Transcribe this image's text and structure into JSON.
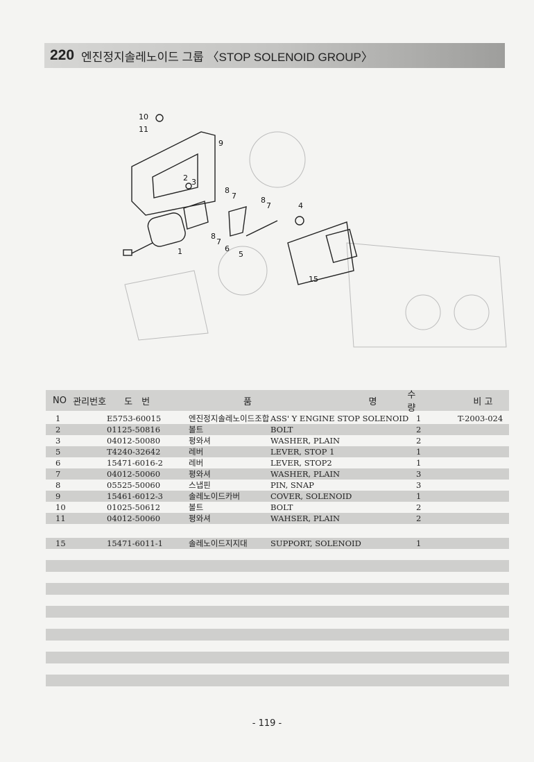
{
  "header": {
    "number": "220",
    "title": "엔진정지솔레노이드 그룹 〈STOP SOLENOID GROUP〉"
  },
  "diagram": {
    "callouts": [
      "10",
      "11",
      "9",
      "2",
      "3",
      "8",
      "7",
      "8",
      "7",
      "4",
      "8",
      "7",
      "6",
      "5",
      "1",
      "15"
    ]
  },
  "table": {
    "headers": {
      "no": "NO",
      "mgmt": "관리번호",
      "part_no": "도　번",
      "name_kr": "품",
      "name_en": "명",
      "qty": "수 량",
      "remark": "비 고"
    },
    "rows": [
      {
        "no": "1",
        "part_no": "E5753-60015",
        "name_kr": "엔진정지솔레노이드조합",
        "name_en": "ASS' Y ENGINE STOP SOLENOID",
        "qty": "1",
        "remark": "T-2003-024"
      },
      {
        "no": "2",
        "part_no": "01125-50816",
        "name_kr": "볼트",
        "name_en": "BOLT",
        "qty": "2",
        "remark": ""
      },
      {
        "no": "3",
        "part_no": "04012-50080",
        "name_kr": "평와셔",
        "name_en": "WASHER, PLAIN",
        "qty": "2",
        "remark": ""
      },
      {
        "no": "5",
        "part_no": "T4240-32642",
        "name_kr": "레버",
        "name_en": "LEVER, STOP 1",
        "qty": "1",
        "remark": ""
      },
      {
        "no": "6",
        "part_no": "15471-6016-2",
        "name_kr": "레버",
        "name_en": "LEVER, STOP2",
        "qty": "1",
        "remark": ""
      },
      {
        "no": "7",
        "part_no": "04012-50060",
        "name_kr": "평와셔",
        "name_en": "WASHER, PLAIN",
        "qty": "3",
        "remark": ""
      },
      {
        "no": "8",
        "part_no": "05525-50060",
        "name_kr": "스냅핀",
        "name_en": "PIN, SNAP",
        "qty": "3",
        "remark": ""
      },
      {
        "no": "9",
        "part_no": "15461-6012-3",
        "name_kr": "솔레노이드카버",
        "name_en": "COVER, SOLENOID",
        "qty": "1",
        "remark": ""
      },
      {
        "no": "10",
        "part_no": "01025-50612",
        "name_kr": "볼트",
        "name_en": "BOLT",
        "qty": "2",
        "remark": ""
      },
      {
        "no": "11",
        "part_no": "04012-50060",
        "name_kr": "평와셔",
        "name_en": "WAHSER, PLAIN",
        "qty": "2",
        "remark": ""
      },
      {
        "no": "",
        "part_no": "",
        "name_kr": "",
        "name_en": "",
        "qty": "",
        "remark": ""
      },
      {
        "no": "15",
        "part_no": "15471-6011-1",
        "name_kr": "솔레노이드지지대",
        "name_en": "SUPPORT, SOLENOID",
        "qty": "1",
        "remark": ""
      }
    ]
  },
  "footer": {
    "page": "- 119 -"
  }
}
